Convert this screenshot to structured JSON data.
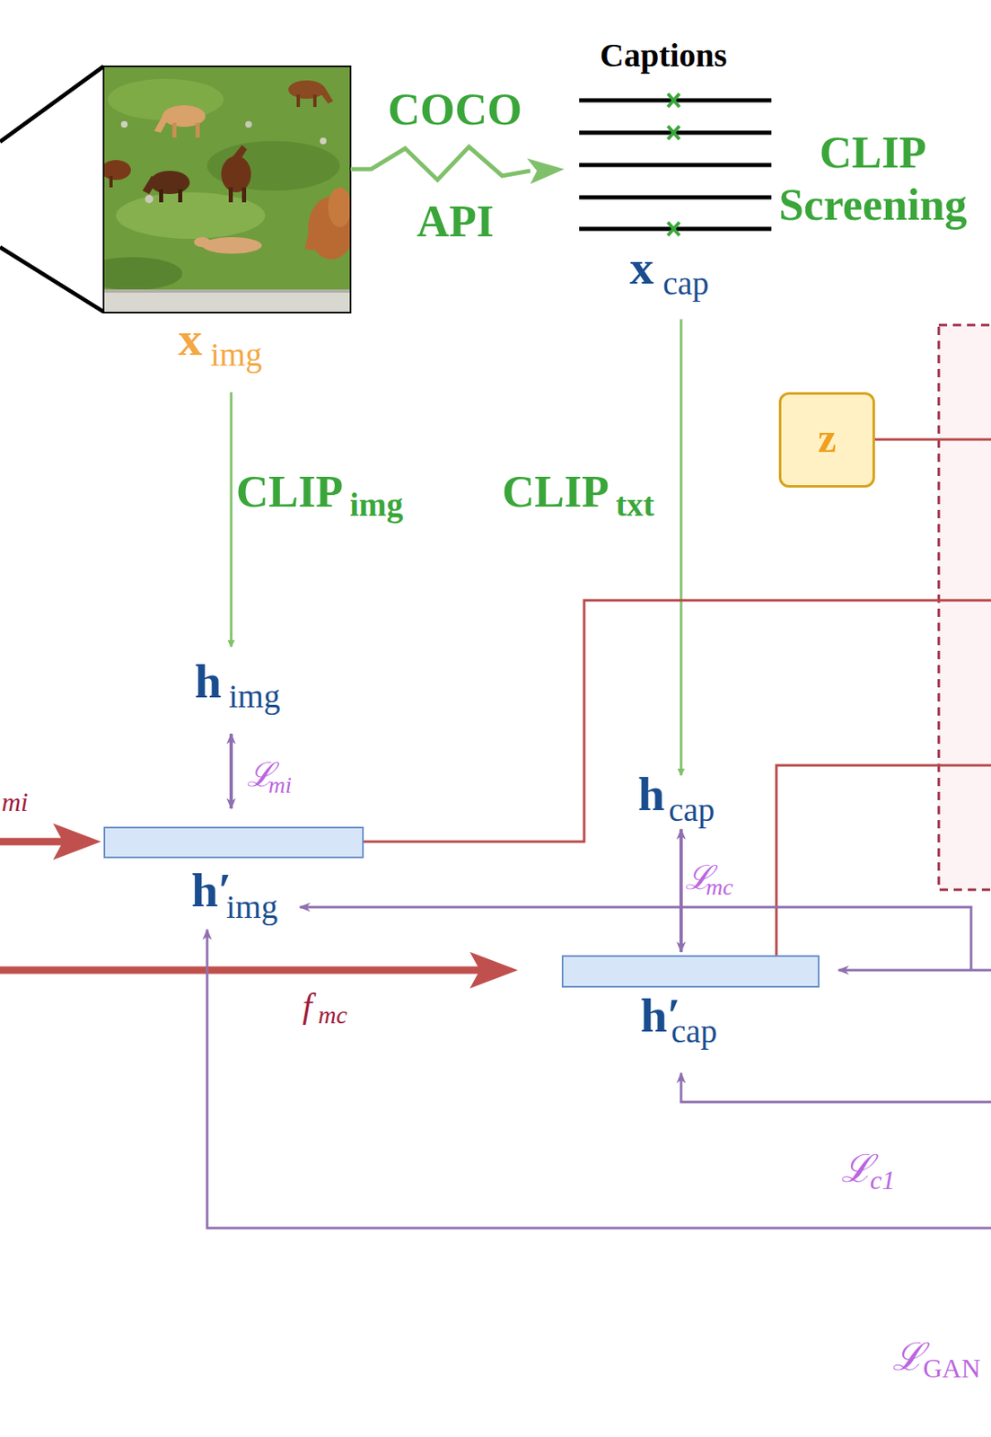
{
  "diagram": {
    "nodes": [
      {
        "text": [
          "z"
        ]
      },
      {
        "text": [
          "h′",
          "img"
        ]
      },
      {
        "text": [
          "h′",
          "cap"
        ]
      }
    ],
    "labels": [
      "Captions",
      "COCO",
      "API",
      "CLIP",
      "Screening",
      "x",
      "cap",
      "x",
      "img",
      "CLIP",
      "img",
      "CLIP",
      "txt",
      "h",
      "img",
      "ℒ",
      "mi",
      "mi",
      "h",
      "cap",
      "ℒ",
      "mc",
      "f",
      "mc",
      "ℒ",
      "c1",
      "ℒ",
      "GAN"
    ]
  }
}
